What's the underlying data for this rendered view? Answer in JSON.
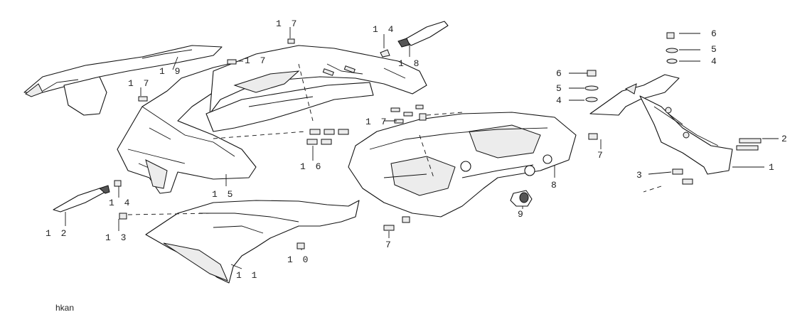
{
  "diagram": {
    "watermark": "hkan",
    "callouts": [
      {
        "id": "c17a",
        "text": "1 7"
      },
      {
        "id": "c14a",
        "text": "1 4"
      },
      {
        "id": "c6a",
        "text": "6"
      },
      {
        "id": "c5a",
        "text": "5"
      },
      {
        "id": "c4a",
        "text": "4"
      },
      {
        "id": "c17b",
        "text": "1 7"
      },
      {
        "id": "c19",
        "text": "1 9"
      },
      {
        "id": "c18",
        "text": "1 8"
      },
      {
        "id": "c6b",
        "text": "6"
      },
      {
        "id": "c5b",
        "text": "5"
      },
      {
        "id": "c4b",
        "text": "4"
      },
      {
        "id": "c17c",
        "text": "1 7"
      },
      {
        "id": "c17d",
        "text": "1 7"
      },
      {
        "id": "c2",
        "text": "2"
      },
      {
        "id": "c7a",
        "text": "7"
      },
      {
        "id": "c16",
        "text": "1 6"
      },
      {
        "id": "c1",
        "text": "1"
      },
      {
        "id": "c3",
        "text": "3"
      },
      {
        "id": "c15",
        "text": "1 5"
      },
      {
        "id": "c8",
        "text": "8"
      },
      {
        "id": "c14b",
        "text": "1 4"
      },
      {
        "id": "c9",
        "text": "9"
      },
      {
        "id": "c12",
        "text": "1 2"
      },
      {
        "id": "c13",
        "text": "1 3"
      },
      {
        "id": "c7b",
        "text": "7"
      },
      {
        "id": "c10",
        "text": "1 0"
      },
      {
        "id": "c11",
        "text": "1 1"
      }
    ]
  }
}
